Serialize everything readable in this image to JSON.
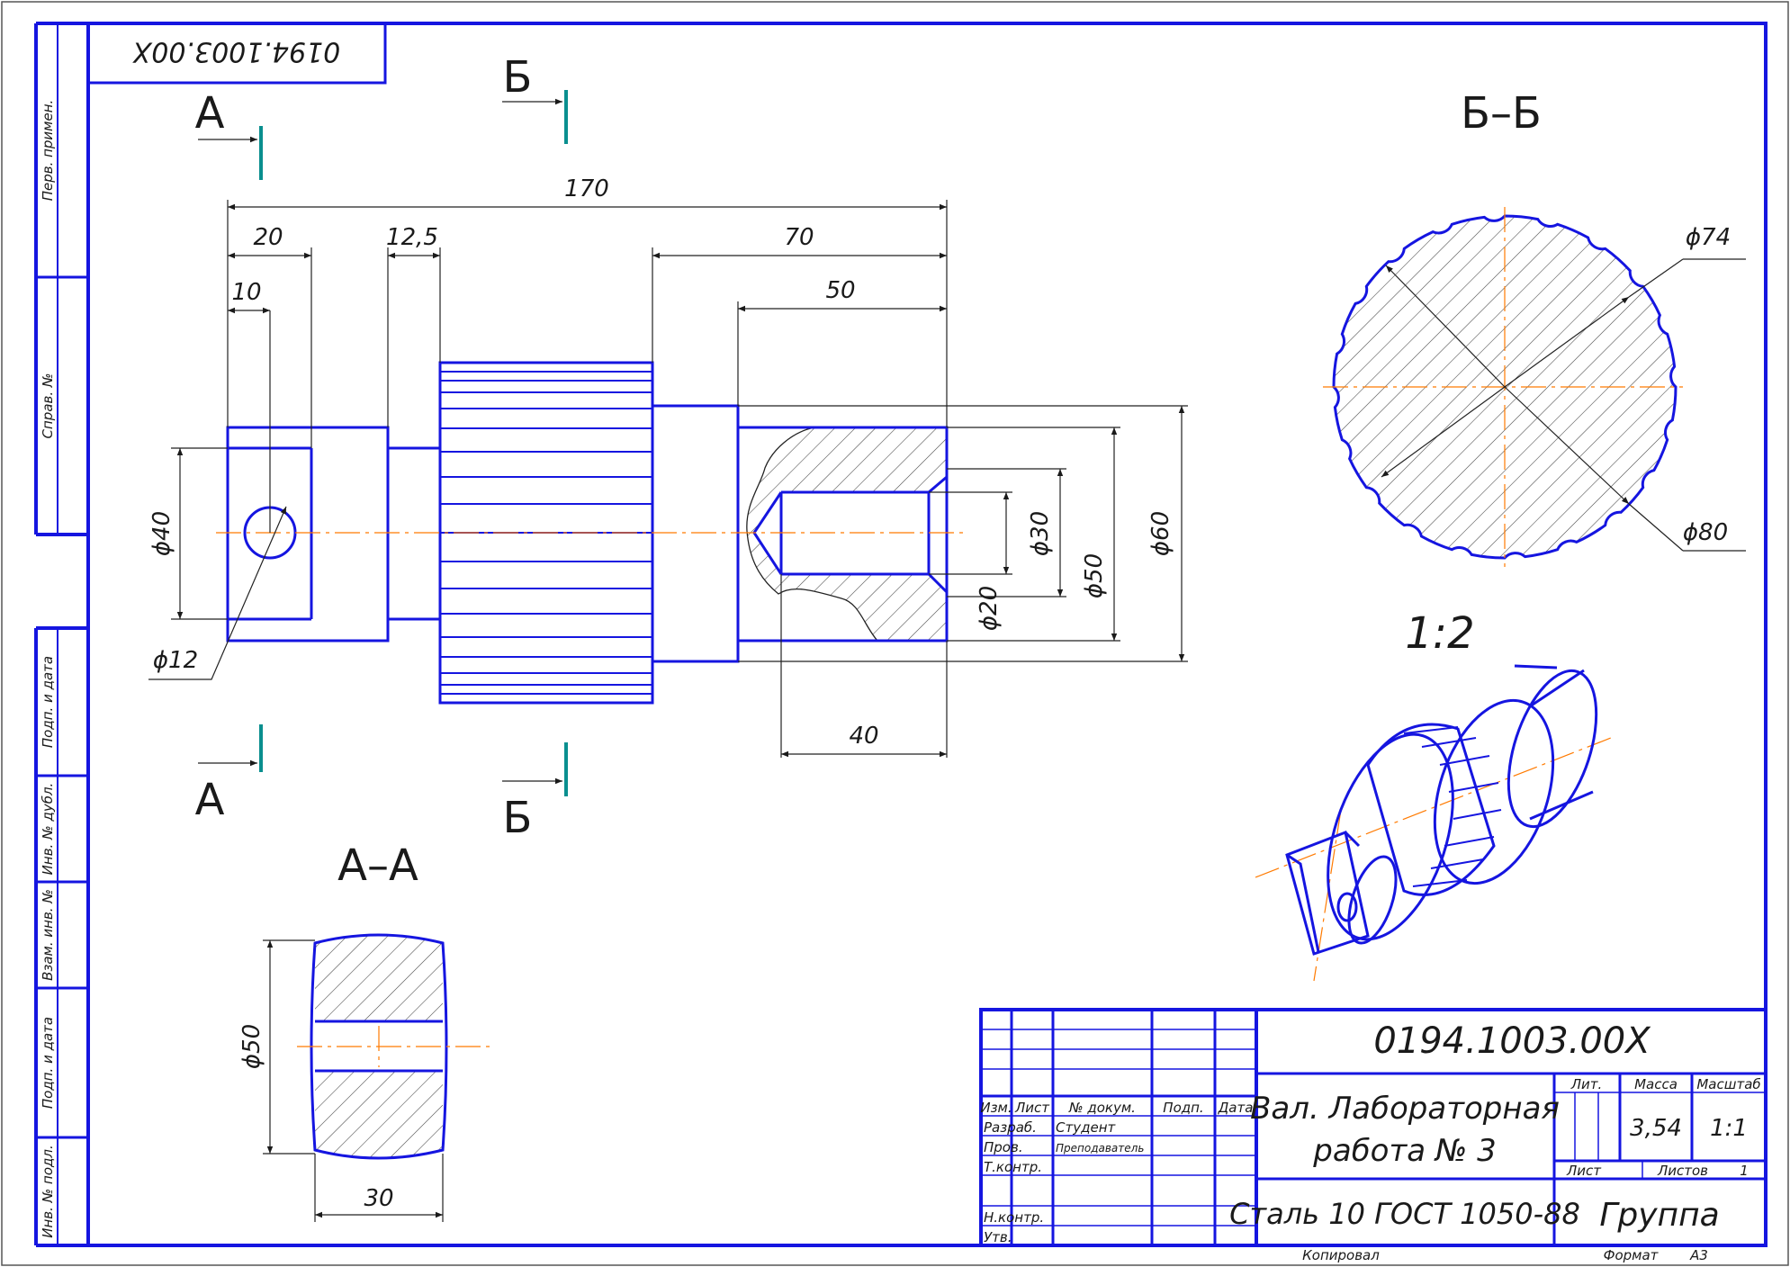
{
  "drawing": {
    "designation": "0194.1003.00X",
    "designation_rotated": "0194.1003.00X",
    "scale_note": "1:2"
  },
  "sections": {
    "a_label_top": "А",
    "a_label_bottom": "А",
    "b_label_top": "Б",
    "b_label_bottom": "Б",
    "a_title": "А–А",
    "b_title": "Б–Б"
  },
  "dimensions": {
    "d170": "170",
    "d20": "20",
    "d12_5": "12,5",
    "d70": "70",
    "d10": "10",
    "d50": "50",
    "d40": "40",
    "phi40": "ϕ40",
    "phi12": "ϕ12",
    "phi30": "ϕ30",
    "phi20": "ϕ20",
    "phi50": "ϕ50",
    "phi60": "ϕ60",
    "phi74": "ϕ74",
    "phi80": "ϕ80",
    "aa_phi50": "ϕ50",
    "aa_30": "30"
  },
  "side_stamps": {
    "perv_primen": "Перв. примен.",
    "sprav_no": "Справ. №",
    "podp_data_1": "Подп. и дата",
    "inv_dubl": "Инв. № дубл.",
    "vzam_inv": "Взам. инв. №",
    "podp_data_2": "Подп. и дата",
    "inv_podl": "Инв. № подл."
  },
  "title_block": {
    "designation": "0194.1003.00X",
    "name_line1": "Вал. Лабораторная",
    "name_line2": "работа № 3",
    "material": "Сталь 10  ГОСТ 1050-88",
    "group": "Группа",
    "col_izm": "Изм.",
    "col_list": "Лист",
    "col_docum": "№ докум.",
    "col_podp": "Подп.",
    "col_data": "Дата",
    "row_razrab": "Разраб.",
    "row_prov": "Пров.",
    "row_tkontr": "Т.контр.",
    "row_nkontr": "Н.контр.",
    "row_utv": "Утв.",
    "razrab_name": "Студент",
    "prov_name": "Преподаватель",
    "lit": "Лит.",
    "massa": "Масса",
    "masshtab": "Масштаб",
    "massa_value": "3,54",
    "masshtab_value": "1:1",
    "list": "Лист",
    "listov": "Листов",
    "listov_value": "1",
    "kopiroval": "Копировал",
    "format": "Формат",
    "format_value": "А3"
  }
}
